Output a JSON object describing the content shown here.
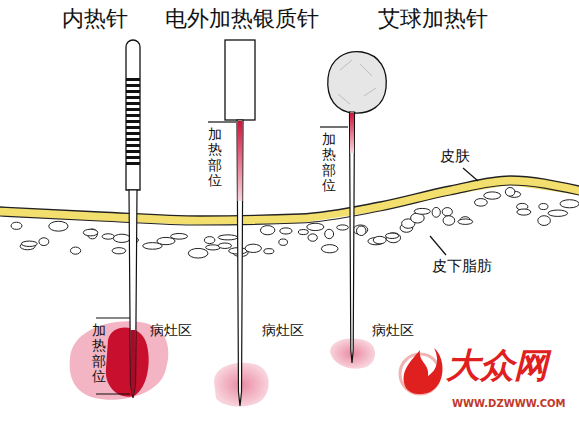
{
  "diagram": {
    "labels": [
      "内热针",
      "电外加热银质针",
      "艾球加热针",
      "加热部位",
      "加热部位",
      "皮肤",
      "皮下脂肪",
      "加热部位",
      "病灶区",
      "病灶区",
      "病灶区",
      "大众网",
      "WWW.DZWWW.COM"
    ]
  }
}
